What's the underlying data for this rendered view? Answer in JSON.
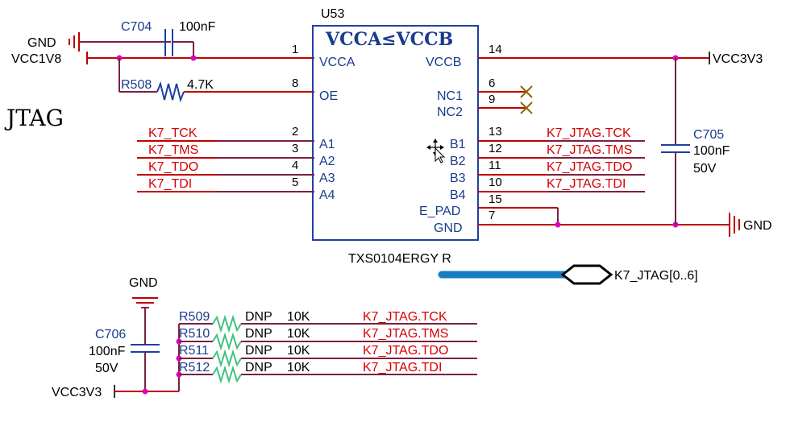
{
  "section_label": "JTAG",
  "chip": {
    "ref": "U53",
    "part": "TXS0104ERGY R",
    "title": "VCCA≤VCCB",
    "left_pins": [
      {
        "num": "1",
        "name": "VCCA"
      },
      {
        "num": "8",
        "name": "OE"
      },
      {
        "num": "2",
        "name": "A1"
      },
      {
        "num": "3",
        "name": "A2"
      },
      {
        "num": "4",
        "name": "A3"
      },
      {
        "num": "5",
        "name": "A4"
      }
    ],
    "right_pins": [
      {
        "num": "14",
        "name": "VCCB"
      },
      {
        "num": "6",
        "name": "NC1"
      },
      {
        "num": "9",
        "name": "NC2"
      },
      {
        "num": "13",
        "name": "B1"
      },
      {
        "num": "12",
        "name": "B2"
      },
      {
        "num": "11",
        "name": "B3"
      },
      {
        "num": "10",
        "name": "B4"
      },
      {
        "num": "15",
        "name": "E_PAD"
      },
      {
        "num": "7",
        "name": "GND"
      }
    ]
  },
  "nets": {
    "gnd": "GND",
    "vcc1v8": "VCC1V8",
    "vcc3v3": "VCC3V3",
    "a_side": [
      "K7_TCK",
      "K7_TMS",
      "K7_TDO",
      "K7_TDI"
    ],
    "b_side": [
      "K7_JTAG.TCK",
      "K7_JTAG.TMS",
      "K7_JTAG.TDO",
      "K7_JTAG.TDI"
    ],
    "bus": "K7_JTAG[0..6]"
  },
  "components": {
    "c704": {
      "ref": "C704",
      "value": "100nF"
    },
    "r508": {
      "ref": "R508",
      "value": "4.7K"
    },
    "c705": {
      "ref": "C705",
      "value": "100nF",
      "voltage": "50V"
    },
    "c706": {
      "ref": "C706",
      "value": "100nF",
      "voltage": "50V"
    },
    "pullups": [
      {
        "ref": "R509",
        "dnp": "DNP",
        "value": "10K",
        "net": "K7_JTAG.TCK"
      },
      {
        "ref": "R510",
        "dnp": "DNP",
        "value": "10K",
        "net": "K7_JTAG.TMS"
      },
      {
        "ref": "R511",
        "dnp": "DNP",
        "value": "10K",
        "net": "K7_JTAG.TDO"
      },
      {
        "ref": "R512",
        "dnp": "DNP",
        "value": "10K",
        "net": "K7_JTAG.TDI"
      }
    ]
  }
}
